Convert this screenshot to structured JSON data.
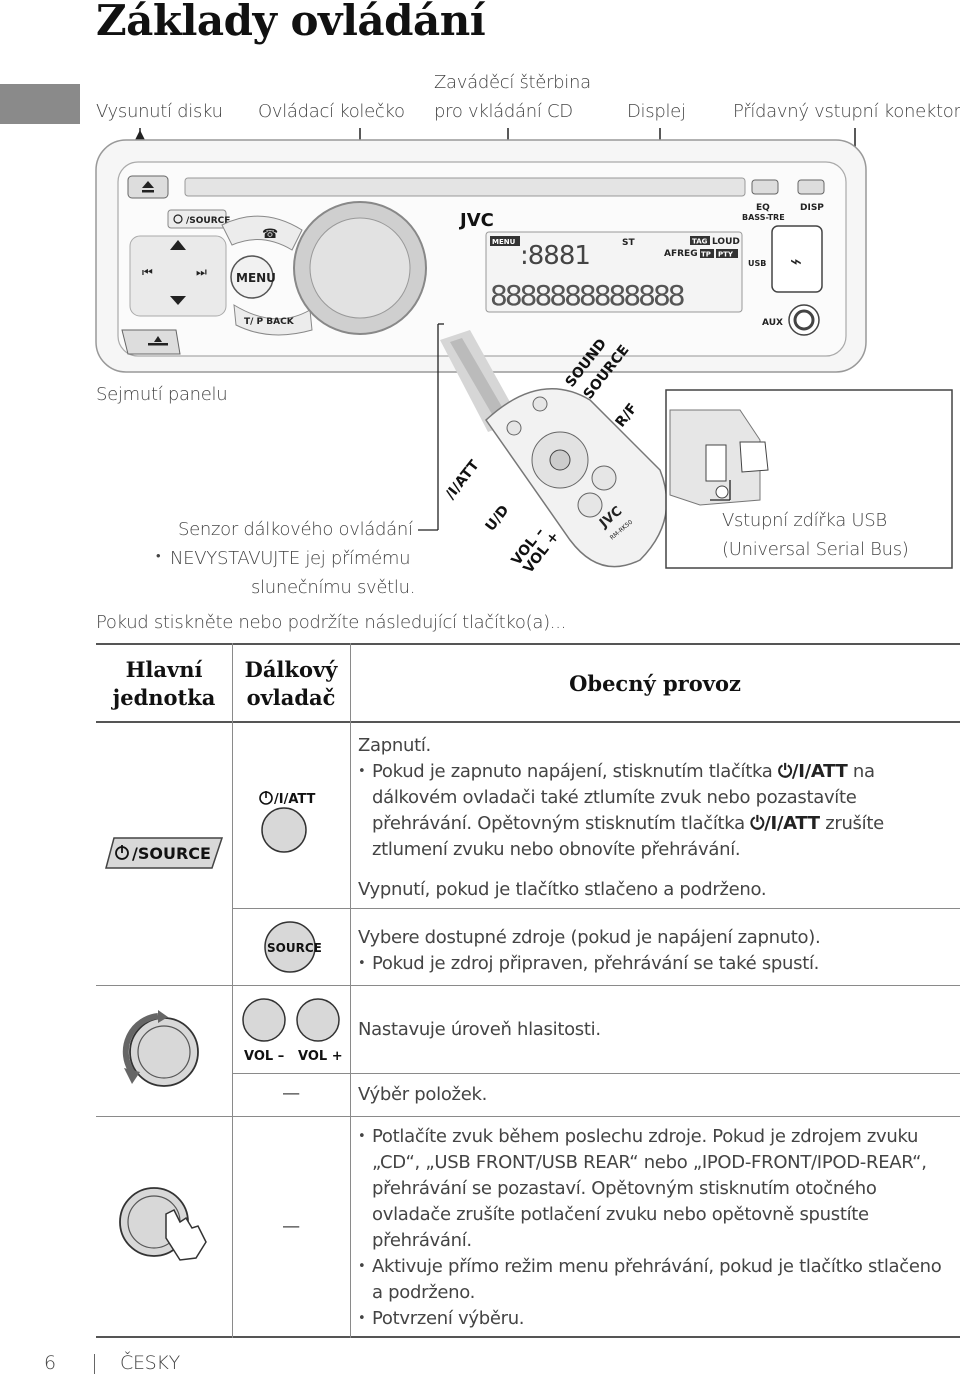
{
  "title": "Základy ovládání",
  "labels": {
    "eject": "Vysunutí disku",
    "knob": "Ovládací kolečko",
    "slot_line1": "Zaváděcí štěrbina",
    "slot_line2": "pro vkládání CD",
    "display": "Displej",
    "aux_connector": "Přídavný vstupní konektor",
    "detach": "Sejmutí panelu",
    "sensor": "Senzor dálkového ovládání",
    "sensor_note1": "NEVYSTAVUJTE jej přímému",
    "sensor_note2": "slunečnímu světlu.",
    "usb_line1": "Vstupní zdířka USB",
    "usb_line2": "(Universal Serial Bus)",
    "press_hold": "Pokud stiskněte nebo podržíte následující tlačítko(a)..."
  },
  "unit": {
    "source_btn": "/SOURCE",
    "menu_btn": "MENU",
    "tp_back": "T/ P BACK",
    "brand": "JVC",
    "eq": "EQ",
    "bass_tre": "BASS-TRE",
    "disp": "DISP",
    "usb": "USB",
    "aux": "AUX",
    "lcd_menu": "MENU",
    "lcd_st": "ST",
    "lcd_tag": "TAG",
    "lcd_loud": "LOUD",
    "lcd_afreg": "AFREG",
    "lcd_tp": "TP",
    "lcd_pty": "PTY"
  },
  "remote": {
    "att": "/I/ATT",
    "sound": "SOUND",
    "source": "SOURCE",
    "rf": "R/F",
    "ud": "U/D",
    "vol_minus": "VOL –",
    "vol_plus": "VOL +",
    "brand": "JVC",
    "model": "RM-RK50"
  },
  "table": {
    "headers": {
      "main_unit": [
        "Hlavní",
        "jednotka"
      ],
      "remote": [
        "Dálkový",
        "ovladač"
      ],
      "general": "Obecný provoz"
    },
    "row1": {
      "main_btn": "/SOURCE",
      "remote_btn": "/I/ATT",
      "text1": "Zapnutí.",
      "bullet1_a": "Pokud je zapnuto napájení, stisknutím tlačítka ",
      "bullet1_btn": "/I/ATT",
      "bullet1_b": " na dálkovém ovladači také ztlumíte zvuk nebo pozastavíte přehrávání. Opětovným stisknutím tlačítka ",
      "bullet1_btn2": "/I/ATT",
      "bullet1_c": " zrušíte ztlumení zvuku nebo obnovíte přehrávání.",
      "text2": "Vypnutí, pokud je tlačítko stlačeno a podrženo."
    },
    "row2": {
      "remote_btn": "SOURCE",
      "text": "Vybere dostupné zdroje (pokud je napájení zapnuto).",
      "bullet": "Pokud je zdroj připraven, přehrávání se také spustí."
    },
    "row3": {
      "vol_minus": "VOL –",
      "vol_plus": "VOL +",
      "text": "Nastavuje úroveň hlasitosti."
    },
    "row4": {
      "remote": "—",
      "text": "Výběr položek."
    },
    "row5": {
      "remote": "—",
      "bullets": [
        "Potlačíte zvuk během poslechu zdroje. Pokud je zdrojem zvuku „CD“, „USB FRONT/USB REAR“ nebo „IPOD-FRONT/IPOD-REAR“, přehrávání se pozastaví. Opětovným stisknutím otočného ovladače zrušíte potlačení zvuku nebo opětovně spustíte přehrávání.",
        "Aktivuje přímo režim menu přehrávání, pokud je tlačítko stlačeno a podrženo.",
        "Potvrzení výběru."
      ]
    }
  },
  "footer": {
    "page": "6",
    "language": "ČESKY"
  }
}
